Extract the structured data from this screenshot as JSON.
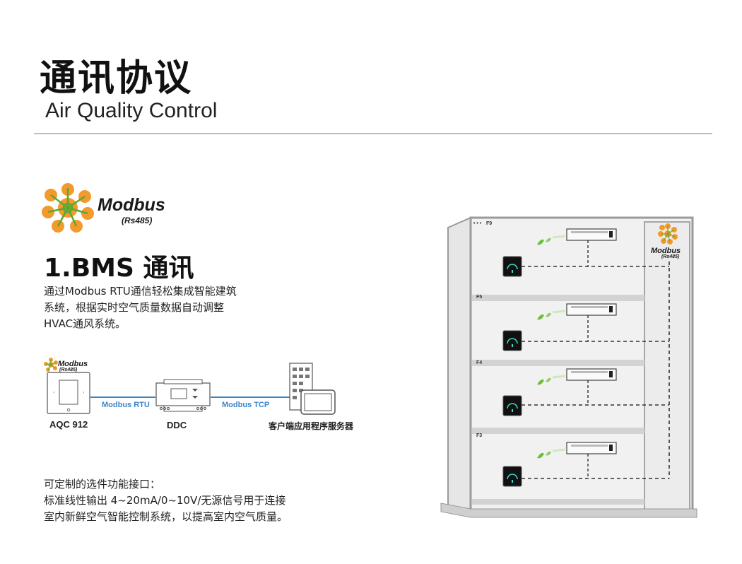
{
  "header": {
    "title": "通讯协议",
    "subtitle": "Air Quality Control"
  },
  "modbus_logo": {
    "word": "Modbus",
    "sub": "(Rs485)"
  },
  "section": {
    "title": "1.BMS 通讯",
    "description_lines": [
      "通过Modbus RTU通信轻松集成智能建筑",
      "系统，根据实时空气质量数据自动调整",
      "HVAC通风系统。"
    ]
  },
  "topology": {
    "devices": {
      "aqc": "AQC 912",
      "ddc": "DDC",
      "server": "客户端应用程序服务器"
    },
    "links": {
      "rtu": "Modbus RTU",
      "tcp": "Modbus TCP"
    },
    "link_color": "#3a86c8"
  },
  "options": {
    "lines": [
      "可定制的选件功能接口：",
      "标准线性输出 4~20mA/0~10V/无源信号用于连接",
      "室内新鲜空气智能控制系统，以提高室内空气质量。"
    ]
  },
  "building": {
    "floors": [
      "F9",
      "F5",
      "F4",
      "F3"
    ],
    "top_marker": "• • •"
  },
  "colors": {
    "logo_orange": "#f39a2c",
    "logo_green": "#5aa832",
    "rule": "#bdbdbd",
    "building_wall": "#9a9a9a"
  }
}
